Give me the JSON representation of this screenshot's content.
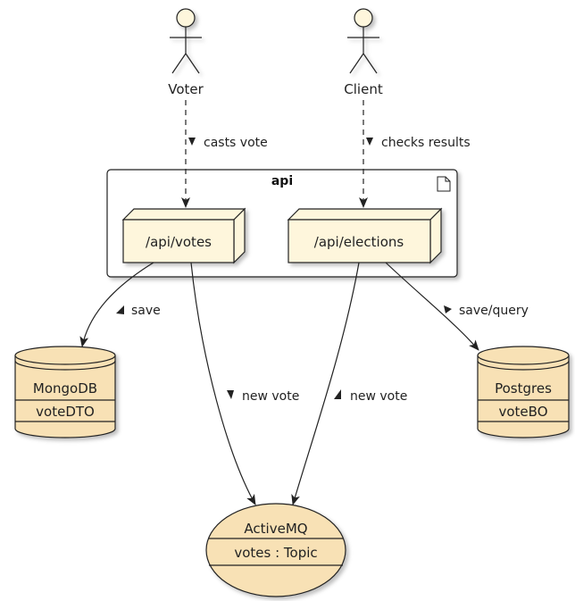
{
  "actors": {
    "voter": "Voter",
    "client": "Client"
  },
  "package": {
    "title": "api"
  },
  "nodes": {
    "votes": "/api/votes",
    "elections": "/api/elections"
  },
  "databases": {
    "mongo": {
      "name": "MongoDB",
      "field": "voteDTO"
    },
    "postgres": {
      "name": "Postgres",
      "field": "voteBO"
    }
  },
  "queue": {
    "name": "ActiveMQ",
    "field": "votes : Topic"
  },
  "edges": {
    "voter_to_votes": "casts vote",
    "client_to_elections": "checks results",
    "votes_to_mongo": "save",
    "elections_to_postgres": "save/query",
    "votes_to_queue": "new vote",
    "elections_to_queue": "new vote"
  },
  "colors": {
    "fill": "#fef6dc",
    "db_fill": "#f8e1b5",
    "stroke": "#222222",
    "shadow": "#c8c8c8"
  }
}
